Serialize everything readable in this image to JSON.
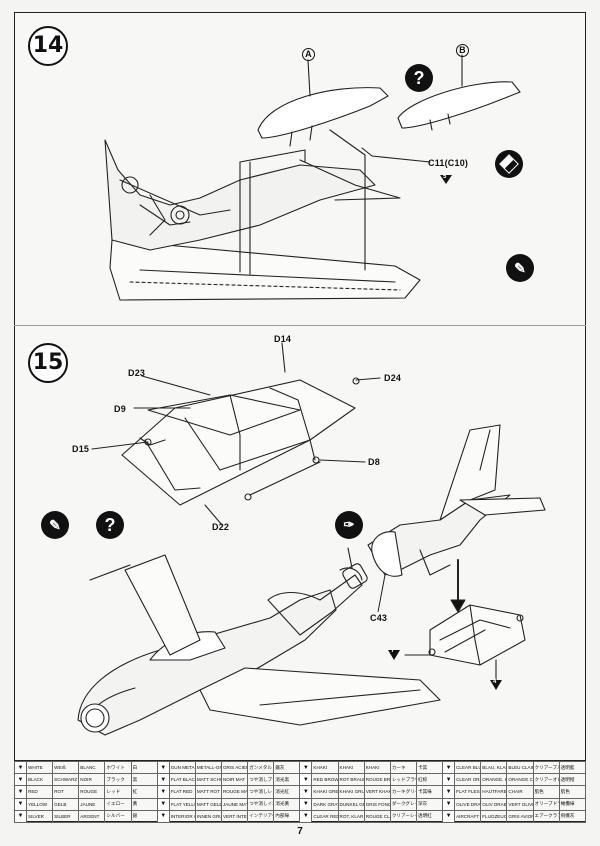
{
  "steps": [
    {
      "number": "14",
      "labels": {
        "A": "A",
        "B": "B",
        "c11": "C11(C10)",
        "c11_ref": "5"
      }
    },
    {
      "number": "15",
      "labels": {
        "d14": "D14",
        "d23": "D23",
        "d24": "D24",
        "d9": "D9",
        "d15": "D15",
        "d8": "D8",
        "d22": "D22",
        "c43": "C43",
        "ref7": "7",
        "ref4": "4"
      }
    }
  ],
  "icons": {
    "q14": "question-mark-icon",
    "rotate": "half-filled-diamond-icon",
    "glue14": "glue-tube-icon",
    "glue15": "glue-tube-icon",
    "q15": "question-mark-icon",
    "knife": "hobby-knife-icon"
  },
  "colors": {
    "ink": "#111111",
    "paper": "#f7f7f5"
  },
  "legend": {
    "columns": [
      [
        [
          "WHITE",
          "WEIß",
          "BLANC",
          "ホワイト",
          "白"
        ],
        [
          "BLACK",
          "SCHWARZ",
          "NOIR",
          "ブラック",
          "黑"
        ],
        [
          "RED",
          "ROT",
          "ROUGE",
          "レッド",
          "紅"
        ],
        [
          "YELLOW",
          "GELB",
          "JAUNE",
          "イエロー",
          "黃"
        ],
        [
          "SILVER",
          "SILBER",
          "ARGENT",
          "シルバー",
          "銀"
        ]
      ],
      [
        [
          "GUN METAL",
          "METALL-GRAU",
          "GRIS ACIER",
          "ガンメタル",
          "鐵灰"
        ],
        [
          "FLAT BLACK",
          "MATT SCHWARZ",
          "NOIR MAT",
          "つや消しブラック",
          "消光黑"
        ],
        [
          "FLAT RED",
          "MATT ROT",
          "ROUGE MAT",
          "つや消しレッド",
          "消光紅"
        ],
        [
          "FLAT YELLOW",
          "MATT GELB",
          "JAUNE MAT",
          "つや消しイエロー",
          "消光黃"
        ],
        [
          "INTERIOR GREEN",
          "INNEN GRUN",
          "VERT INTERIEUR",
          "インテリアグリーン",
          "內部綠"
        ]
      ],
      [
        [
          "KHAKI",
          "KHAKI",
          "KHAKI",
          "カーキ",
          "卡其"
        ],
        [
          "RED BROWN",
          "ROT BRAUN",
          "ROUGE BRUN",
          "レッドブラウン",
          "紅棕"
        ],
        [
          "KHAKI GREEN",
          "KHAKI GRUN",
          "VERT KHAKI",
          "カーキグリーン",
          "卡其綠"
        ],
        [
          "DARK GRAY",
          "DUNKEL GRAU",
          "GRIS FONCE",
          "ダークグレイ",
          "深灰"
        ],
        [
          "CLEAR RED",
          "ROT, KLAR",
          "ROUGE CLAIR",
          "クリアーレッド",
          "透明紅"
        ]
      ],
      [
        [
          "CLEAR BLUE",
          "BLAU, KLAR",
          "BLEU CLAIR",
          "クリアーブルー",
          "透明藍"
        ],
        [
          "CLEAR ORANGE",
          "ORANGE, KLAR",
          "ORANGE CLAIR",
          "クリアーオレンジ",
          "透明橙"
        ],
        [
          "FLAT FLESH",
          "HAUTFARBE",
          "CHAIR",
          "肌色",
          "肌色"
        ],
        [
          "OLIVE DRAB",
          "OLIV DRAB",
          "VERT OLIVE",
          "オリーブドラブ",
          "橄欖綠"
        ],
        [
          "AIRCRAFT GRAY",
          "FLUGZEUGGRAU",
          "GRIS AVION",
          "エアークラフトグレイ",
          "飛機灰"
        ]
      ]
    ]
  },
  "page_number": "7"
}
